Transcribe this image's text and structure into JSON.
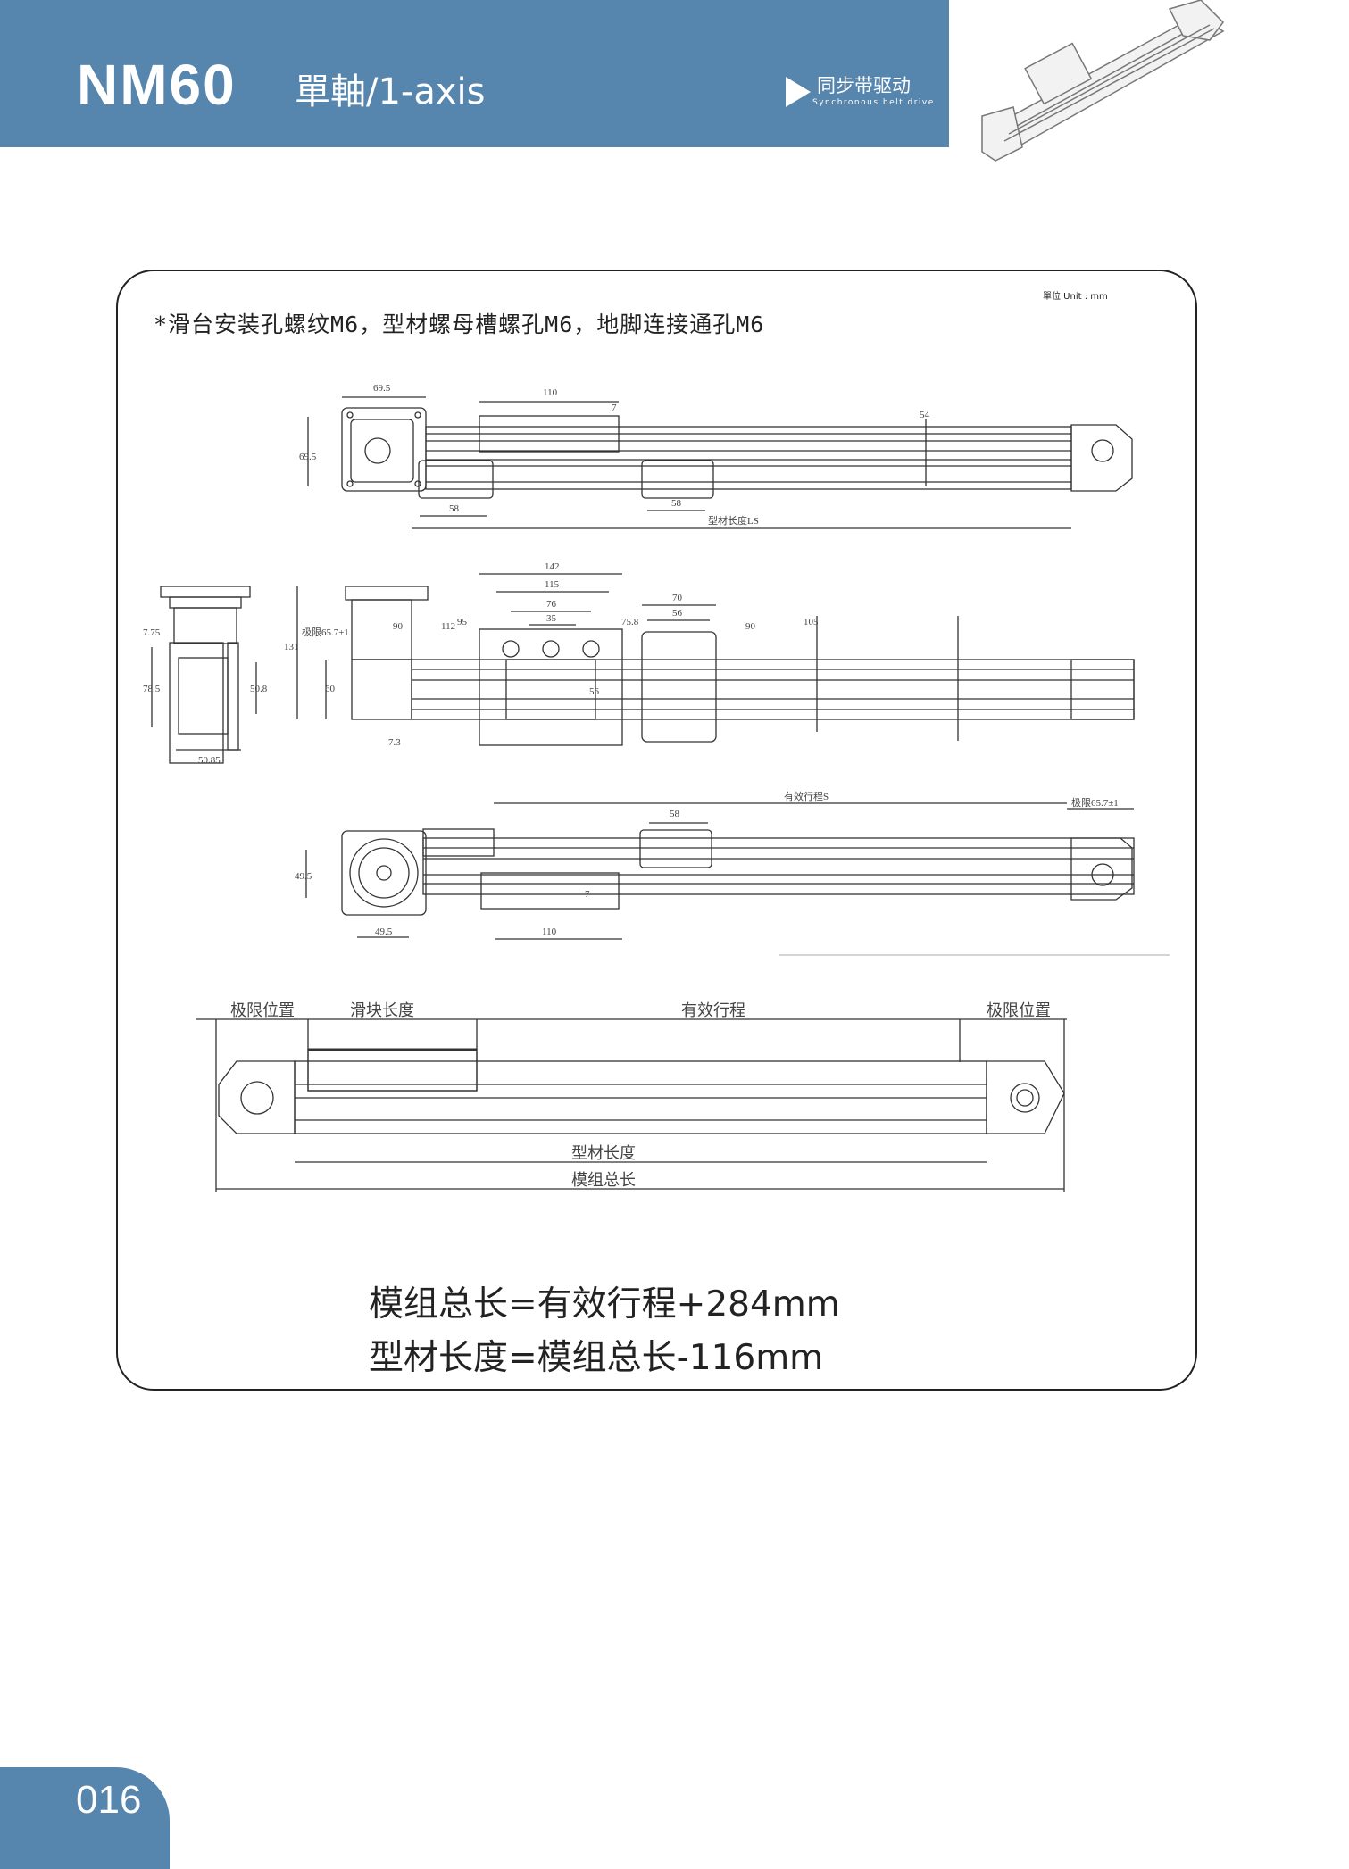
{
  "header": {
    "model": "NM60",
    "axis": "單軸/1-axis",
    "drive_cn": "同步带驱动",
    "drive_en": "Synchronous belt drive",
    "color": "#5685ad"
  },
  "unit": "單位 Unit : mm",
  "note": "*滑台安装孔螺纹M6，型材螺母槽螺孔M6，地脚连接通孔M6",
  "view_top": {
    "dim_flange": "69.5",
    "dim_slider": "110",
    "dim_7": "7",
    "dim_54": "54",
    "dim_height": "69.5",
    "dim_foot1": "58",
    "dim_foot2": "58",
    "dim_profile": "型材长度LS"
  },
  "view_front": {
    "d142": "142",
    "d115": "115",
    "d76": "76",
    "d35": "35",
    "d70": "70",
    "d56": "56",
    "d90a": "90",
    "d105": "105",
    "d131": "131",
    "d60": "60",
    "d90b": "90",
    "d112": "112",
    "d95": "95",
    "d758": "75.8",
    "d56v": "56",
    "d73": "7.3",
    "limit": "极限65.7±1",
    "d775": "7.75",
    "d785": "78.5",
    "d508": "50.8",
    "d5085": "50.85"
  },
  "view_bottom": {
    "stroke": "有效行程S",
    "limit": "极限65.7±1",
    "d58": "58",
    "d495v": "49.5",
    "d495h": "49.5",
    "d110": "110",
    "d7": "7"
  },
  "schematic": {
    "limit_left": "极限位置",
    "slider_length": "滑块长度",
    "effective_stroke": "有效行程",
    "limit_right": "极限位置",
    "profile_length": "型材长度",
    "total_length": "模组总长"
  },
  "formulas": [
    "模组总长=有效行程+284mm",
    "型材长度=模组总长-116mm"
  ],
  "page_number": "016"
}
